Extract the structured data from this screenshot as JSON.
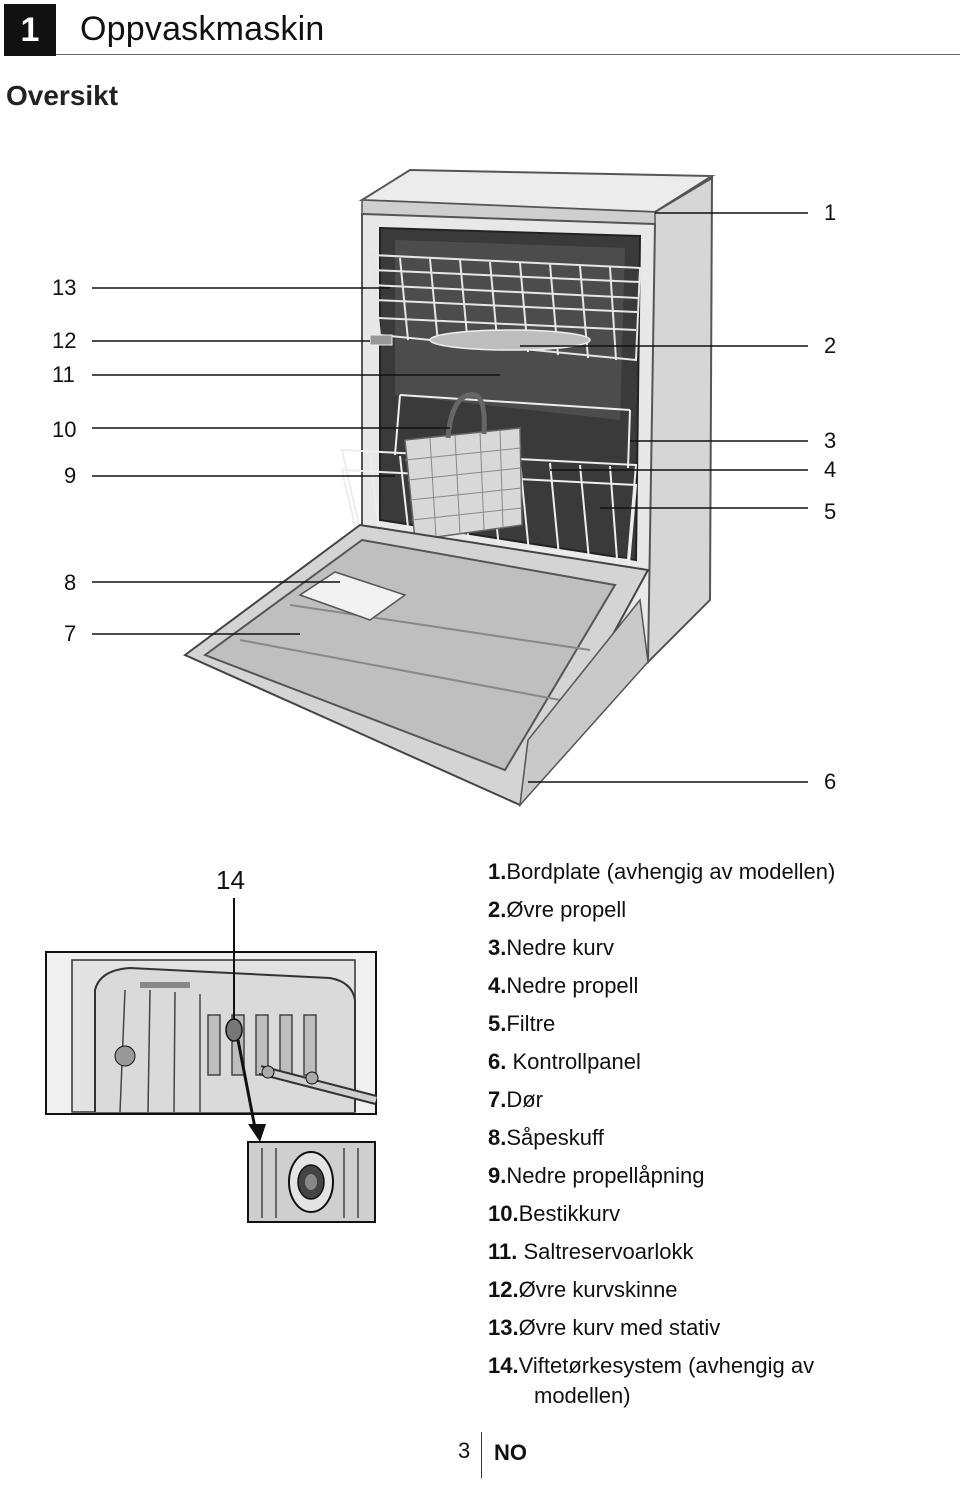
{
  "chapter": {
    "number": "1",
    "title": "Oppvaskmaskin"
  },
  "section": {
    "title": "Oversikt"
  },
  "callouts": {
    "n1": "1",
    "n2": "2",
    "n3": "3",
    "n4": "4",
    "n5": "5",
    "n6": "6",
    "n7": "7",
    "n8": "8",
    "n9": "9",
    "n10": "10",
    "n11": "11",
    "n12": "12",
    "n13": "13",
    "n14": "14"
  },
  "legend": [
    {
      "num": "1.",
      "text": "Bordplate (avhengig av modellen)"
    },
    {
      "num": "2.",
      "text": "Øvre propell"
    },
    {
      "num": "3.",
      "text": "Nedre kurv"
    },
    {
      "num": "4.",
      "text": "Nedre propell"
    },
    {
      "num": "5.",
      "text": "Filtre"
    },
    {
      "num": "6.",
      "text": " Kontrollpanel"
    },
    {
      "num": "7.",
      "text": "Dør"
    },
    {
      "num": "8.",
      "text": "Såpeskuff"
    },
    {
      "num": "9.",
      "text": "Nedre propellåpning"
    },
    {
      "num": "10.",
      "text": "Bestikkurv"
    },
    {
      "num": "11.",
      "text": " Saltreservoarlokk"
    },
    {
      "num": "12.",
      "text": "Øvre kurvskinne"
    },
    {
      "num": "13.",
      "text": "Øvre kurv med stativ"
    },
    {
      "num": "14.",
      "text": "Viftetørkesystem (avhengig av",
      "text2": "modellen)"
    }
  ],
  "footer": {
    "page": "3",
    "lang": "NO"
  }
}
